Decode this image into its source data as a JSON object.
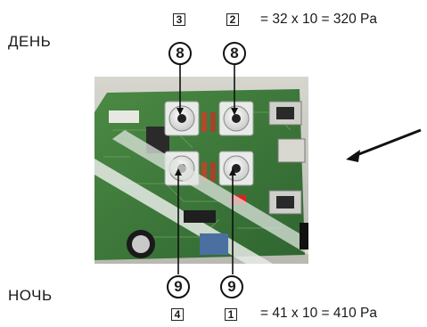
{
  "labels": {
    "day": "ДЕНЬ",
    "night": "НОЧЬ"
  },
  "top": {
    "box_left": "3",
    "box_right": "2",
    "formula": "= 32 x 10 = 320 Pa",
    "callout_left": "8",
    "callout_right": "8"
  },
  "bottom": {
    "box_left": "4",
    "box_right": "1",
    "formula": "= 41 x 10 = 410 Pa",
    "callout_left": "9",
    "callout_right": "9"
  },
  "colors": {
    "board_green": "#3e7a3a",
    "enclosure": "#cfcfc7",
    "tube": "#e4e8e4",
    "dial": "#eeeeee",
    "arrow": "#111111"
  }
}
